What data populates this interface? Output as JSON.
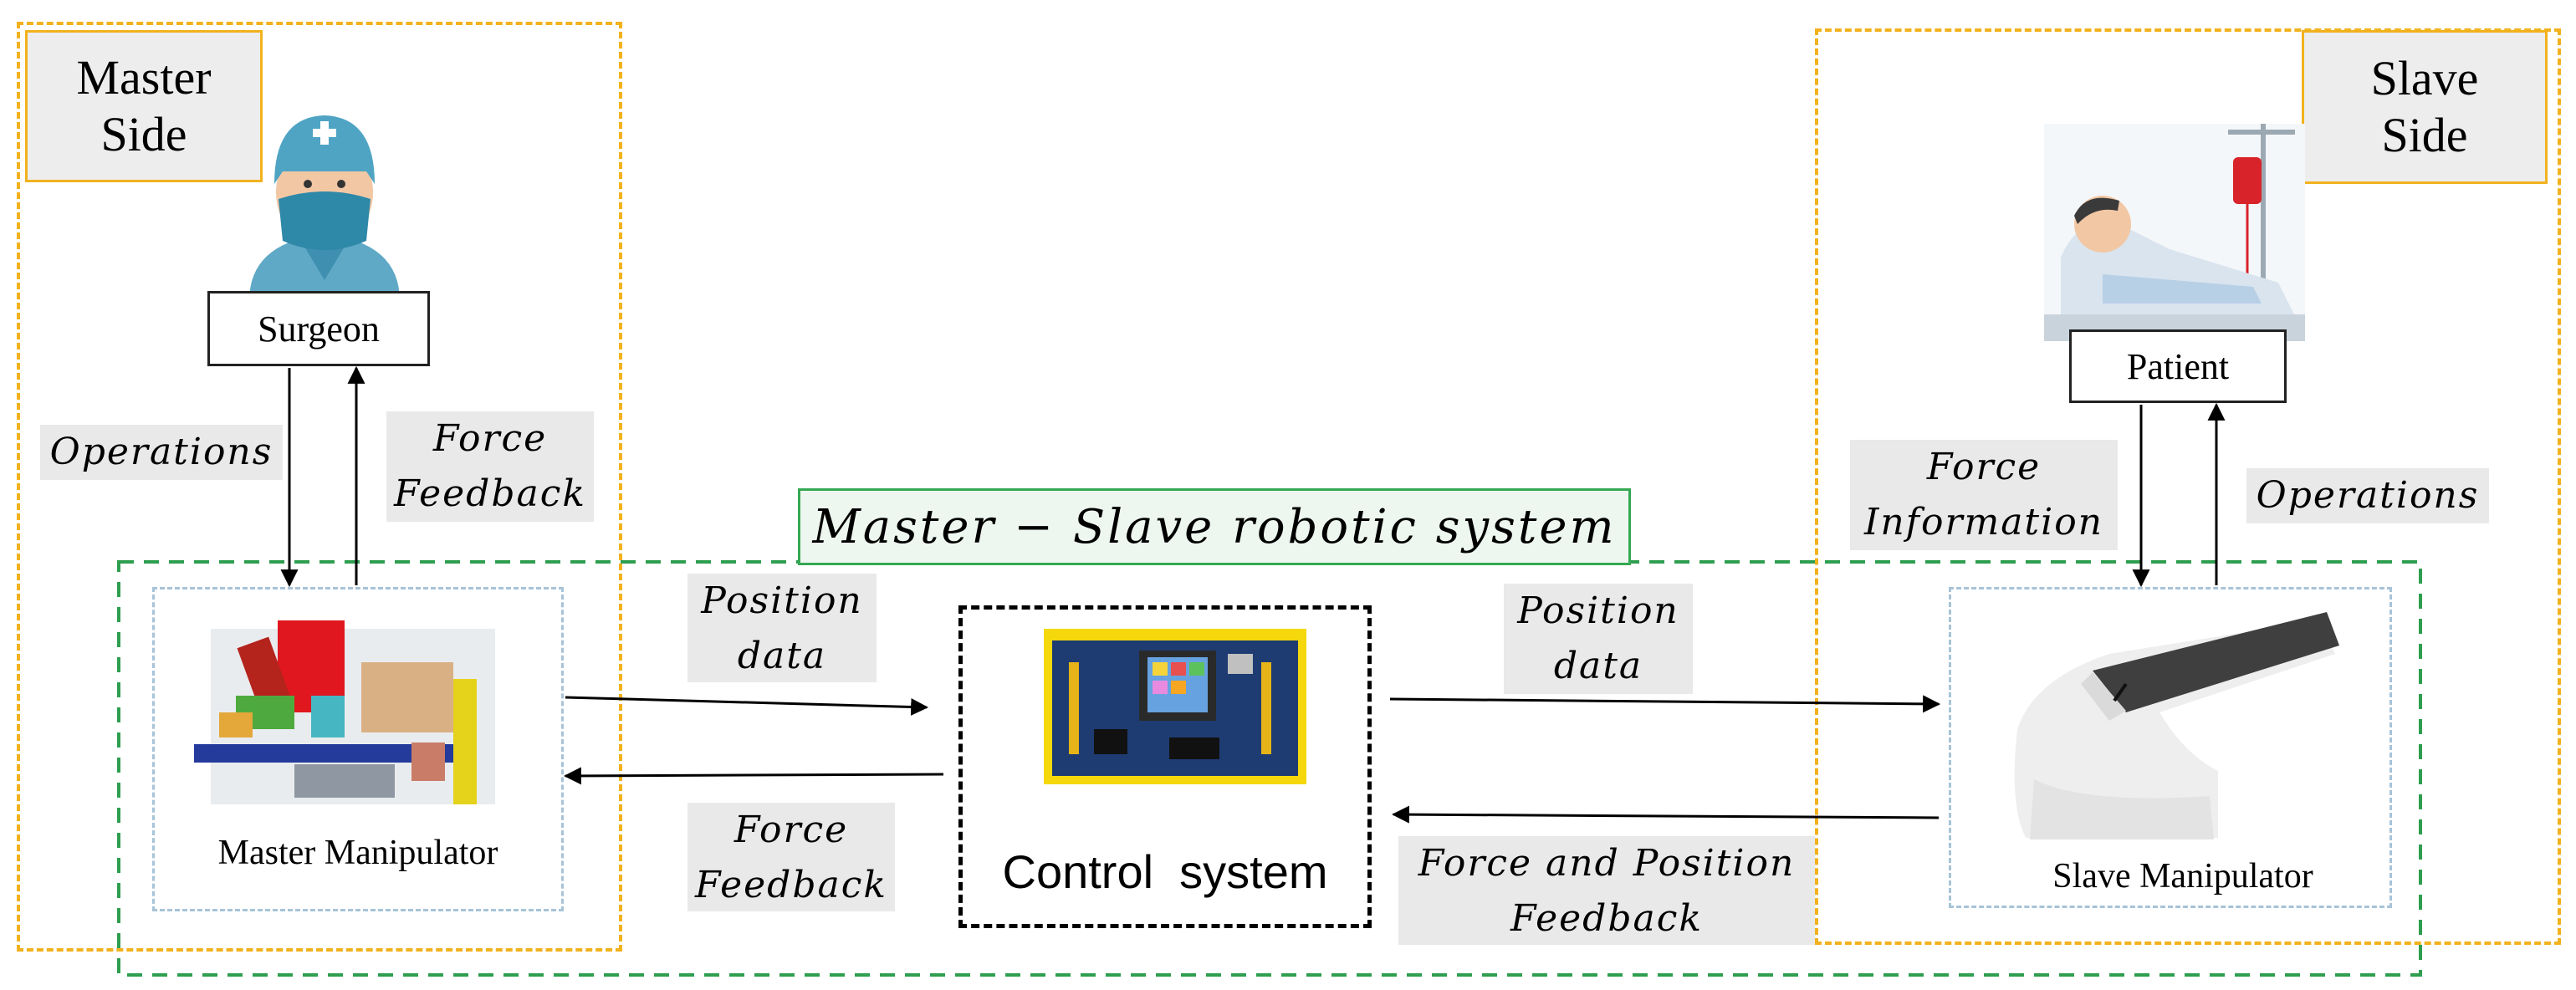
{
  "master_side": {
    "label_line1": "Master",
    "label_line2": "Side"
  },
  "slave_side": {
    "label_line1": "Slave",
    "label_line2": "Side"
  },
  "surgeon": {
    "label": "Surgeon"
  },
  "patient": {
    "label": "Patient"
  },
  "system_title": "Master − Slave robotic system",
  "master_manipulator": {
    "label": "Master Manipulator"
  },
  "slave_manipulator": {
    "label": "Slave Manipulator"
  },
  "control_system": {
    "label": "Control  system"
  },
  "flows": {
    "operations_left": "Operations",
    "force_feedback_left_l1": "Force",
    "force_feedback_left_l2": "Feedback",
    "force_information_l1": "Force",
    "force_information_l2": "Information",
    "operations_right": "Operations",
    "position_data_left_l1": "Position",
    "position_data_left_l2": "data",
    "position_data_right_l1": "Position",
    "position_data_right_l2": "data",
    "force_feedback_mid_l1": "Force",
    "force_feedback_mid_l2": "Feedback",
    "force_pos_feedback_l1": "Force and Position",
    "force_pos_feedback_l2": "Feedback"
  },
  "colors": {
    "side_border": "#F2B21E",
    "system_border": "#35A853",
    "sub_border": "#A7C3D8",
    "label_bg": "#E9E9E9"
  }
}
